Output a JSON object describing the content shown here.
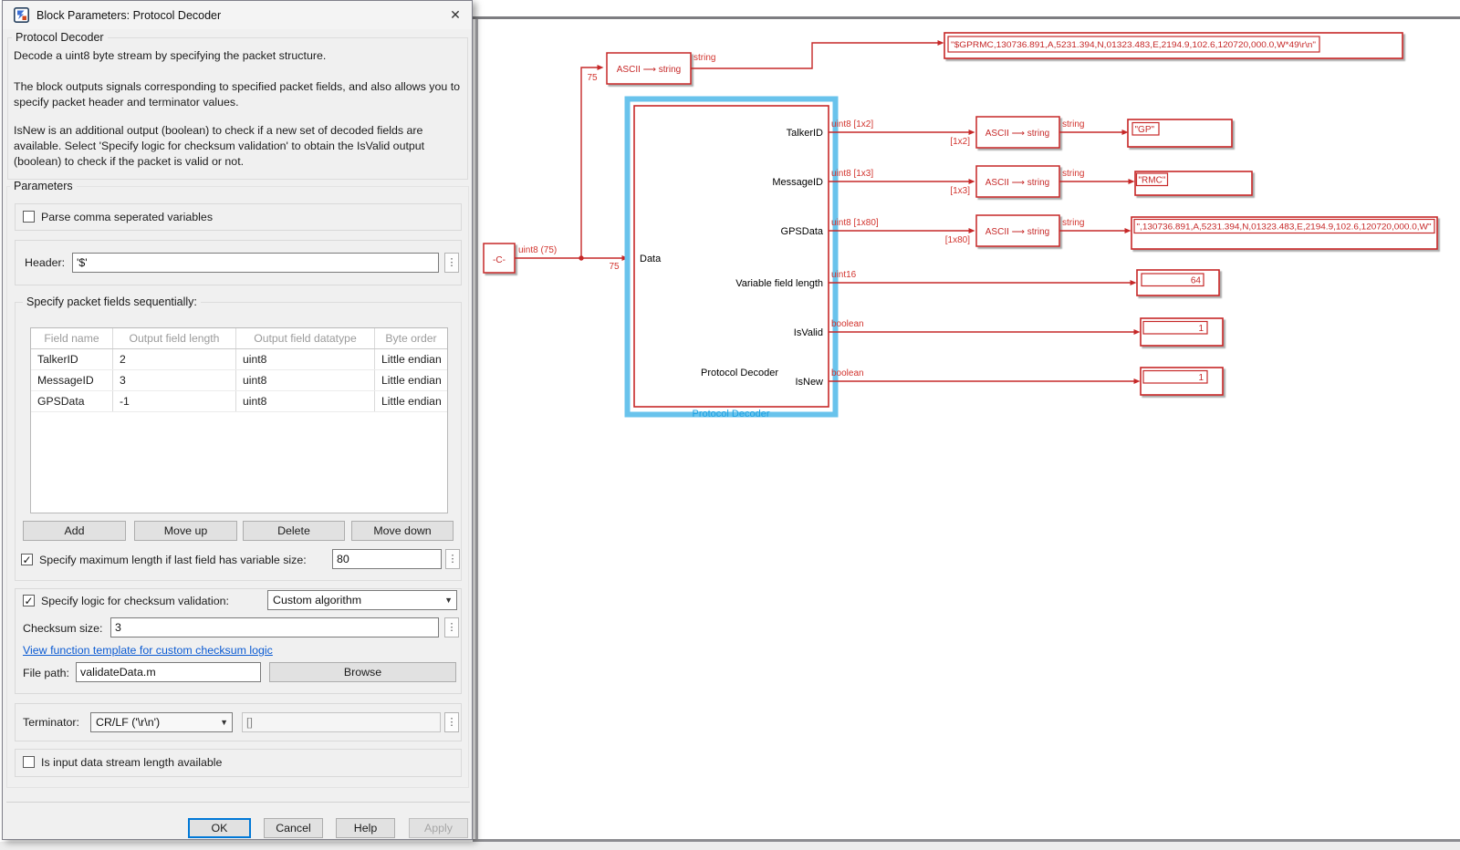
{
  "window": {
    "title": "Block Parameters: Protocol Decoder",
    "close_glyph": "✕"
  },
  "dialog": {
    "section_title": "Protocol Decoder",
    "desc1": "Decode a uint8 byte stream by specifying the packet structure.",
    "desc2": "The block outputs signals corresponding to specified packet fields, and also allows you to specify packet header and terminator values.",
    "desc3": "IsNew is an additional output (boolean) to check if a new set of decoded fields are available. Select 'Specify logic for checksum validation' to obtain the IsValid output (boolean) to check if the packet is valid or not.",
    "parameters_title": "Parameters",
    "parse_label": "Parse comma seperated variables",
    "header_label": "Header:",
    "header_value": "'$'",
    "fields_title": "Specify packet fields sequentially:",
    "table": {
      "headers": [
        "Field name",
        "Output field length",
        "Output field datatype",
        "Byte order"
      ],
      "rows": [
        [
          "TalkerID",
          "2",
          "uint8",
          "Little endian"
        ],
        [
          "MessageID",
          "3",
          "uint8",
          "Little endian"
        ],
        [
          "GPSData",
          "-1",
          "uint8",
          "Little endian"
        ]
      ]
    },
    "add_label": "Add",
    "move_up_label": "Move up",
    "delete_label": "Delete",
    "move_down_label": "Move down",
    "max_len_label": "Specify maximum length if last field has variable size:",
    "max_len_value": "80",
    "checksum_label": "Specify logic for checksum validation:",
    "checksum_algo_value": "Custom algorithm",
    "checksum_size_label": "Checksum size:",
    "checksum_size_value": "3",
    "template_link": "View function template for custom checksum logic",
    "file_path_label": "File path:",
    "file_path_value": "validateData.m",
    "browse_label": "Browse",
    "terminator_label": "Terminator:",
    "terminator_value": "CR/LF ('\\r\\n')",
    "terminator_aux_value": "[]",
    "stream_len_label": "Is input data stream length available",
    "ok_label": "OK",
    "cancel_label": "Cancel",
    "help_label": "Help",
    "apply_label": "Apply"
  },
  "diagram": {
    "constant_label": "-C-",
    "const_signal": "uint8 (75)",
    "width_75": "75",
    "ascii_label": "ASCII ⟶ string",
    "string_label": "string",
    "full_display": "\"$GPRMC,130736.891,A,5231.394,N,01323.483,E,2194.9,102.6,120720,000.0,W*49\\r\\n\"",
    "decoder": {
      "inner_label": "Protocol Decoder",
      "caption": "Protocol Decoder",
      "in_port": "Data",
      "out_ports": [
        "TalkerID",
        "MessageID",
        "GPSData",
        "Variable field length",
        "IsValid",
        "IsNew"
      ]
    },
    "sig_talker": "uint8 [1x2]",
    "dim_talker": "[1x2]",
    "sig_message": "uint8 [1x3]",
    "dim_message": "[1x3]",
    "sig_gps": "uint8 [1x80]",
    "dim_gps": "[1x80]",
    "sig_vfl": "uint16",
    "sig_isvalid": "boolean",
    "sig_isnew": "boolean",
    "disp_talker": "\"GP\"",
    "disp_message": "\"RMC\"",
    "disp_gps": "\",130736.891,A,5231.394,N,01323.483,E,2194.9,102.6,120720,000.0,W\"",
    "disp_vfl": "64",
    "disp_isvalid": "1",
    "disp_isnew": "1"
  },
  "colors": {
    "red": "#c62828",
    "selection_blue": "#69c3ec",
    "caption_blue": "#1ba1e2"
  }
}
